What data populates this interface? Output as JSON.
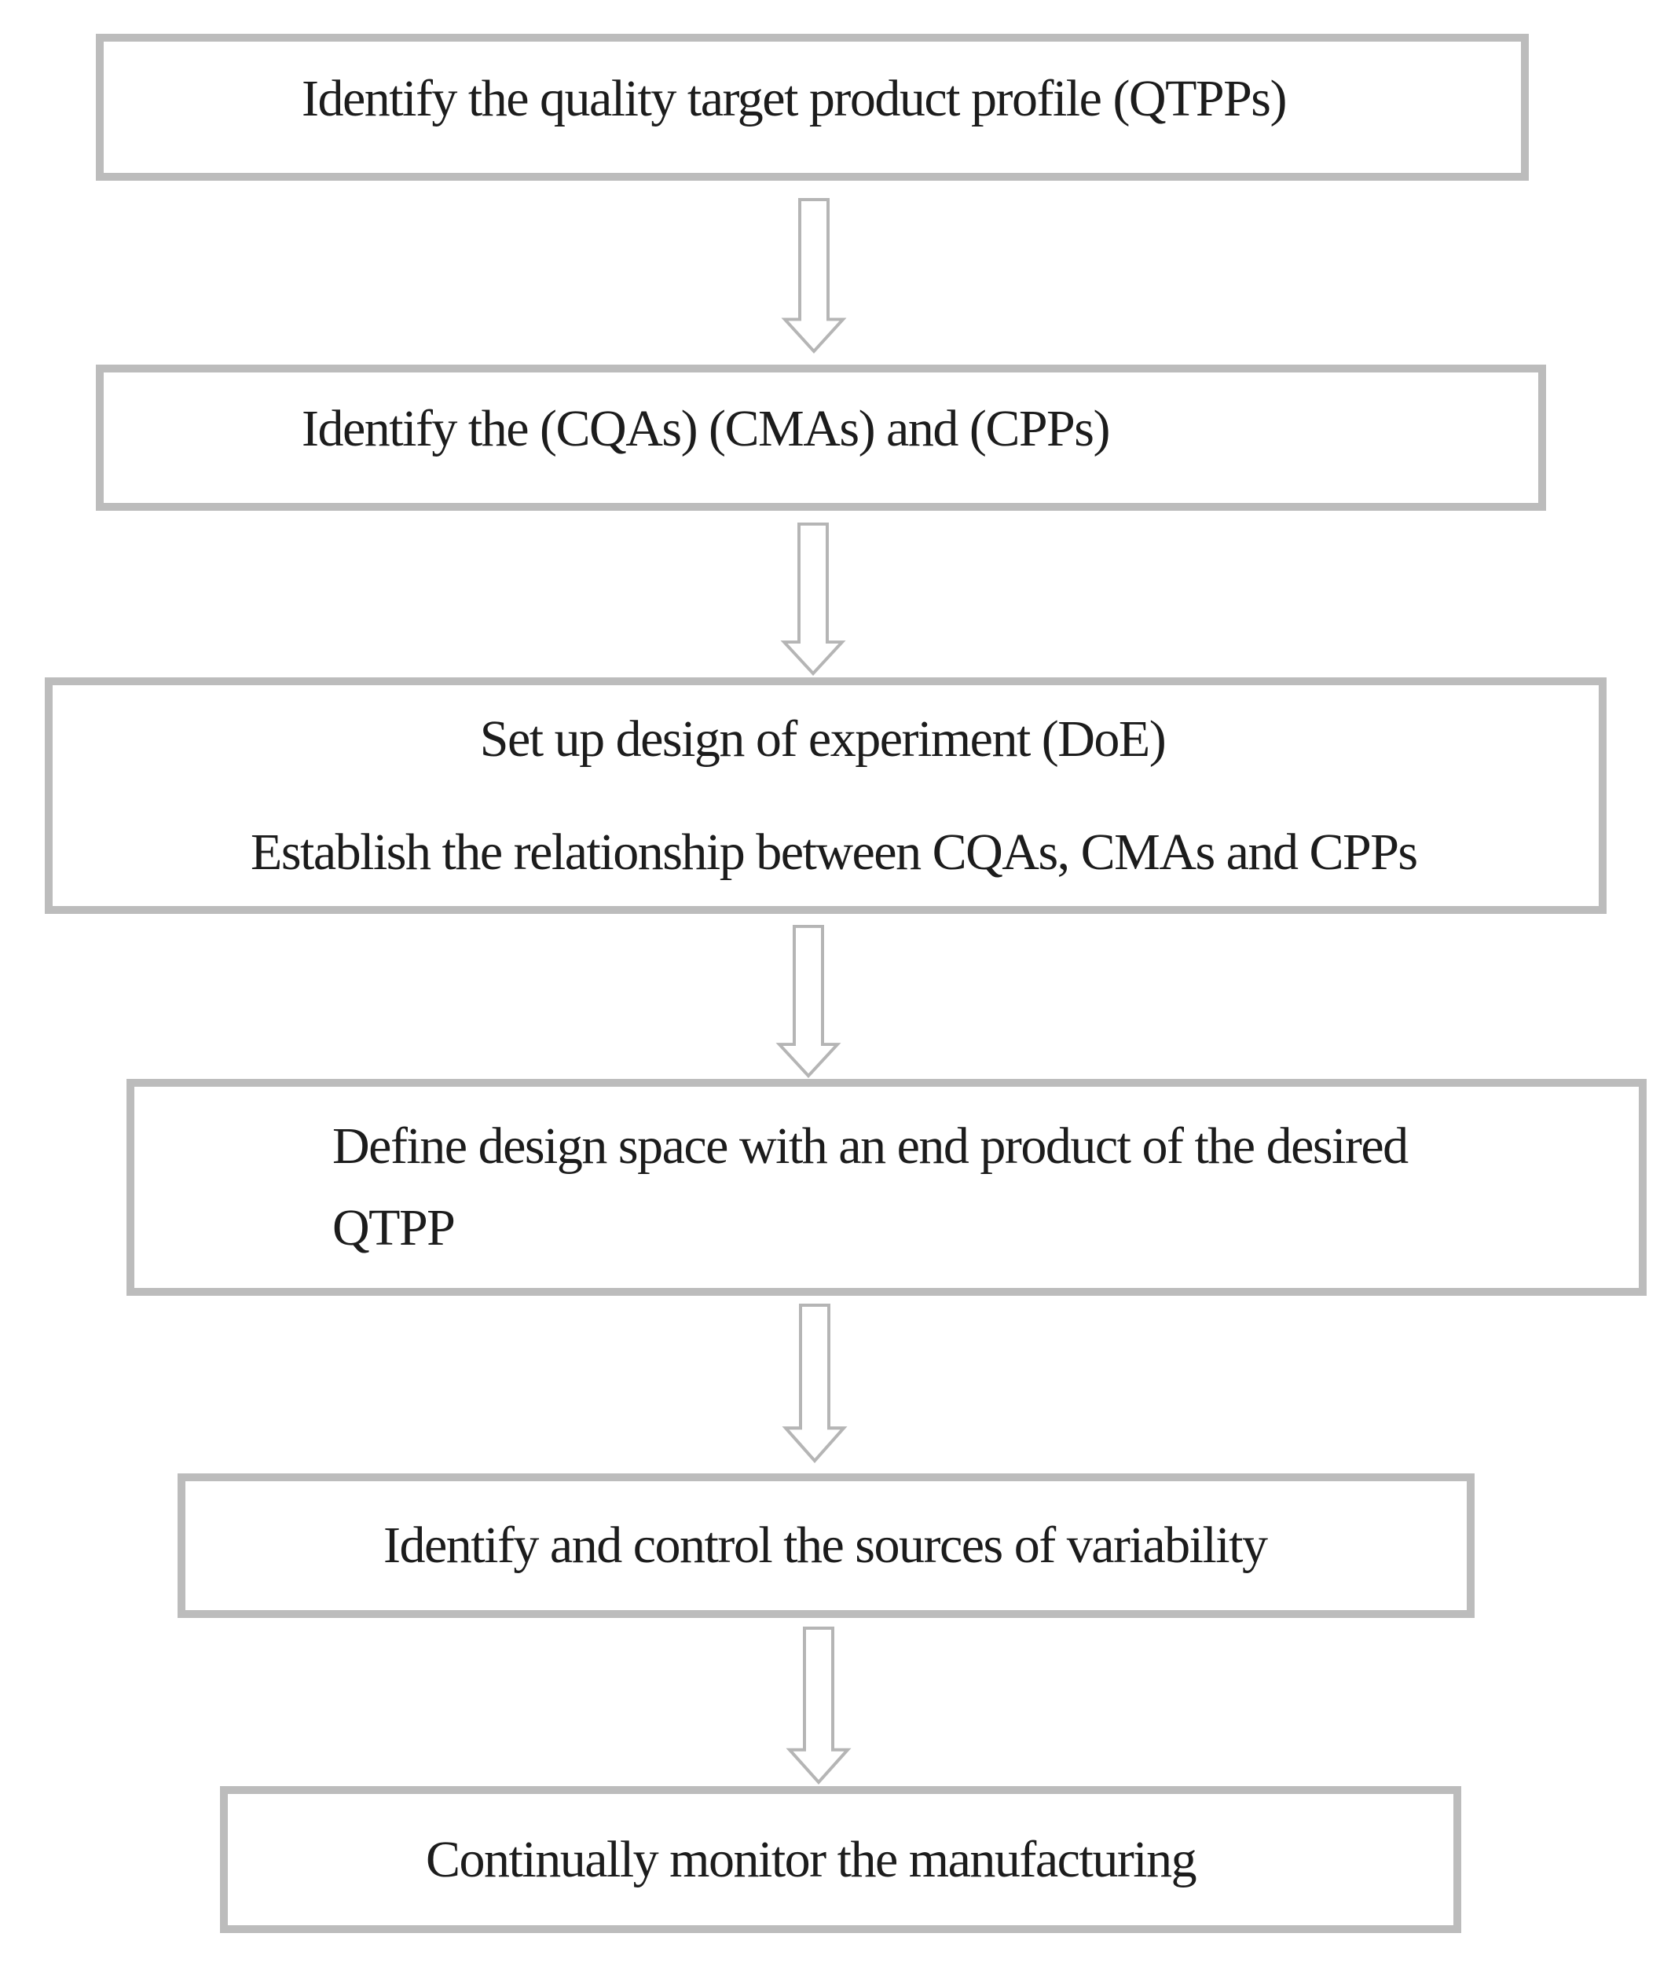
{
  "figure": {
    "type": "flowchart",
    "background": "#ffffff",
    "box_border_color": "#bcbcbc",
    "arrow_color": "#b5b5b5",
    "text_color": "#1c1c1c"
  },
  "flowchart": {
    "steps": [
      {
        "id": "qtpp",
        "lines": [
          "Identify the quality target product profile (QTPPs)"
        ]
      },
      {
        "id": "cqa-cma-cpp",
        "lines": [
          "Identify the (CQAs) (CMAs) and (CPPs)"
        ]
      },
      {
        "id": "doe",
        "lines": [
          "Set up design of experiment (DoE)",
          "Establish the relationship between CQAs, CMAs and CPPs"
        ]
      },
      {
        "id": "design-space",
        "lines": [
          "Define design space with an end product of the desired",
          "QTPP"
        ]
      },
      {
        "id": "variability",
        "lines": [
          "Identify and control the sources of variability"
        ]
      },
      {
        "id": "monitor",
        "lines": [
          "Continually monitor the manufacturing"
        ]
      }
    ]
  }
}
